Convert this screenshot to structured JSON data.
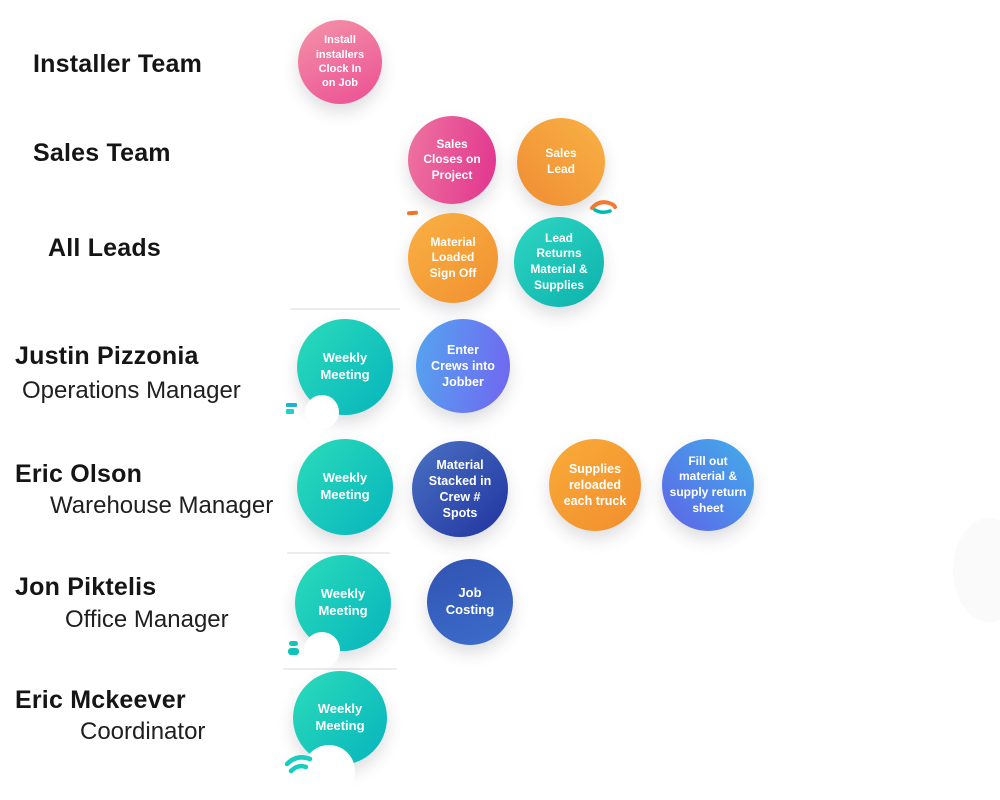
{
  "diagram": {
    "lanes": [
      {
        "label": "Installer Team",
        "sublabel": ""
      },
      {
        "label": "Sales Team",
        "sublabel": ""
      },
      {
        "label": "All Leads",
        "sublabel": ""
      },
      {
        "label": "Justin Pizzonia",
        "sublabel": "Operations Manager"
      },
      {
        "label": "Eric Olson",
        "sublabel": "Warehouse Manager"
      },
      {
        "label": "Jon Piktelis",
        "sublabel": "Office Manager"
      },
      {
        "label": "Eric Mckeever",
        "sublabel": "Coordinator"
      }
    ],
    "nodes": {
      "install_clock_in": {
        "text": "Install\ninstallers\nClock In\non Job",
        "colors": [
          "#f493a9",
          "#eb4f93"
        ]
      },
      "sales_closes": {
        "text": "Sales\nCloses on\nProject",
        "colors": [
          "#ee74a0",
          "#e1348e"
        ]
      },
      "sales_lead": {
        "text": "Sales\nLead",
        "colors": [
          "#f9b244",
          "#ef8c34"
        ]
      },
      "material_loaded": {
        "text": "Material\nLoaded\nSign Off",
        "colors": [
          "#f9b143",
          "#f19030"
        ]
      },
      "lead_returns": {
        "text": "Lead\nReturns\nMaterial &\nSupplies",
        "colors": [
          "#2fd6c3",
          "#0cb2ac"
        ]
      },
      "weekly_meeting_ops": {
        "text": "Weekly\nMeeting",
        "colors": [
          "#2bdcba",
          "#06b4bd"
        ]
      },
      "enter_crews": {
        "text": "Enter\nCrews into\nJobber",
        "colors": [
          "#55a5ef",
          "#7165f0"
        ]
      },
      "weekly_meeting_warehouse": {
        "text": "Weekly\nMeeting",
        "colors": [
          "#2bdcba",
          "#06b4bd"
        ]
      },
      "material_stacked": {
        "text": "Material\nStacked in\nCrew #\nSpots",
        "colors": [
          "#4a72c4",
          "#20339f"
        ]
      },
      "supplies_reloaded": {
        "text": "Supplies\nreloaded\neach truck",
        "colors": [
          "#f9ab38",
          "#f28e2e"
        ]
      },
      "fill_out_sheet": {
        "text": "Fill out\nmaterial &\nsupply return\nsheet",
        "colors": [
          "#5f63e8",
          "#41aeea"
        ]
      },
      "weekly_meeting_office": {
        "text": "Weekly\nMeeting",
        "colors": [
          "#2bdcba",
          "#06b4bd"
        ]
      },
      "job_costing": {
        "text": "Job\nCosting",
        "colors": [
          "#3153b2",
          "#3d6dcb"
        ]
      },
      "weekly_meeting_coordinator": {
        "text": "Weekly\nMeeting",
        "colors": [
          "#2bdcba",
          "#06b4bd"
        ]
      }
    },
    "accents": {
      "teal": "#17cdbf",
      "orange": "#f2792f",
      "swoosh_teal": "#00b7b2",
      "spark_blue": "#1fb3cd"
    }
  }
}
